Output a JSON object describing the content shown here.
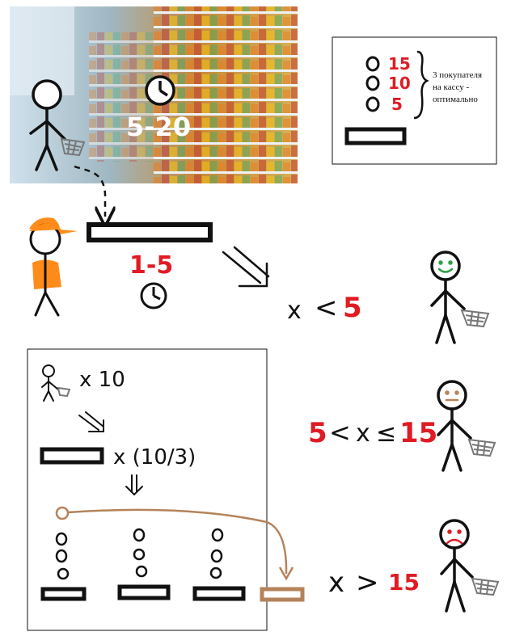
{
  "store_photo": {
    "time_label": "5-20"
  },
  "queue_note": {
    "counts": [
      "15",
      "10",
      "5"
    ],
    "text_lines": [
      "3 покупателя",
      "на кассу -",
      "оптимально"
    ]
  },
  "checkout": {
    "time_label": "1-5"
  },
  "rules": {
    "happy": {
      "var": "x",
      "op": "<",
      "value": "5"
    },
    "neutral": {
      "low": "5",
      "op1": "<",
      "var": "x",
      "op2": "≤",
      "high": "15"
    },
    "sad": {
      "var": "x",
      "op": ">",
      "value": "15"
    }
  },
  "example": {
    "customers": "x 10",
    "per_register": "x (10/3)"
  },
  "colors": {
    "red": "#e01b24",
    "orange": "#ff8c1a",
    "brown": "#b5835a",
    "green": "#2ea043"
  }
}
